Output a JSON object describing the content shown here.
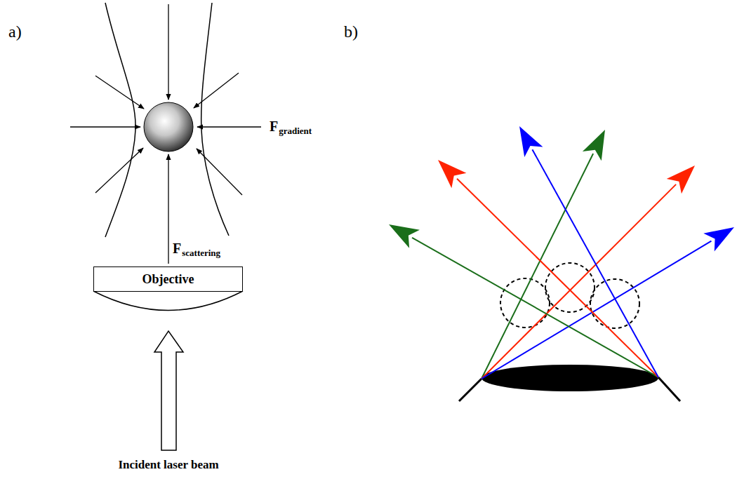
{
  "diagram": {
    "nodes": [
      {
        "text": [
          "Objective"
        ]
      }
    ],
    "labels": [
      "a)",
      "b)",
      "F",
      "gradient",
      "F",
      "scattering",
      "Incident laser beam"
    ]
  }
}
